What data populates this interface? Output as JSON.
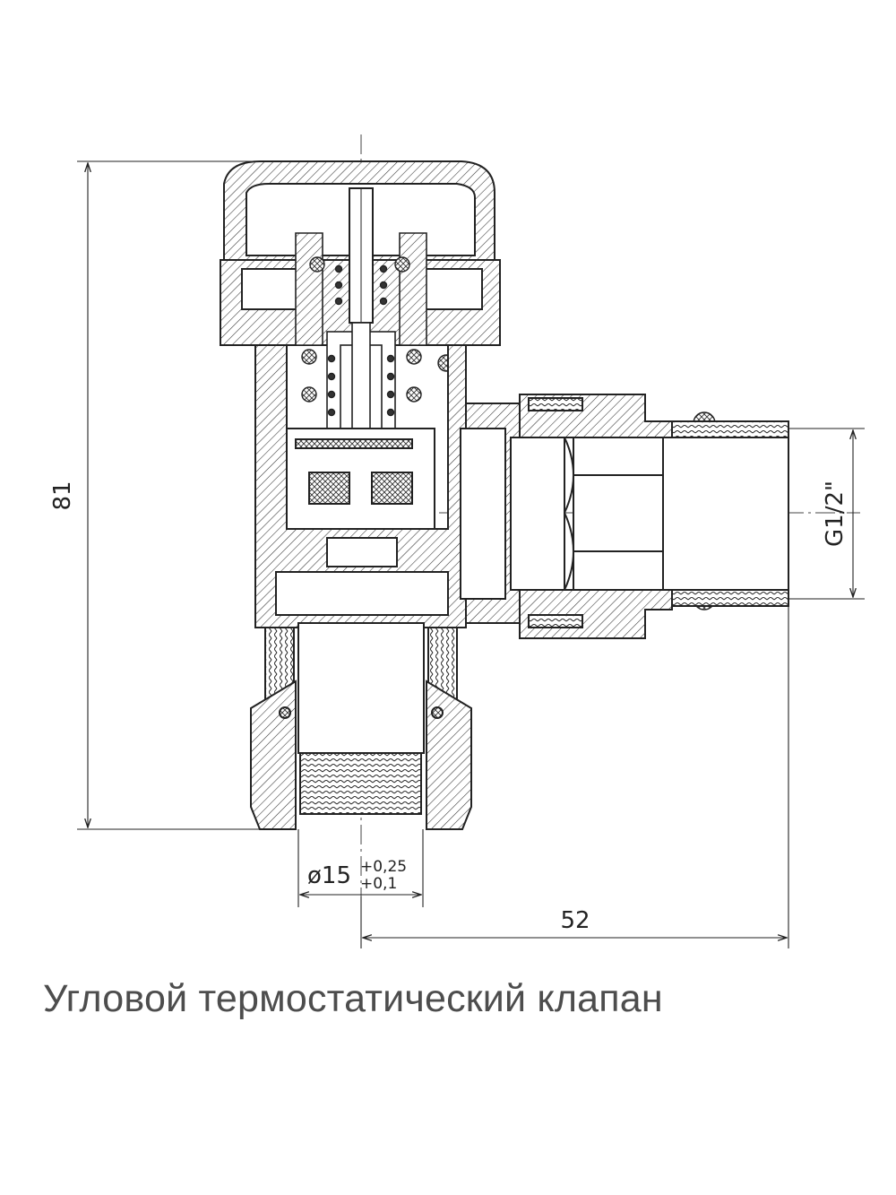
{
  "caption": "Угловой термостатический клапан",
  "dimensions": {
    "height": "81",
    "length": "52",
    "thread": "G1/2\"",
    "diameter_base": "ø15",
    "tol_upper": "+0,25",
    "tol_lower": "+0,1"
  }
}
